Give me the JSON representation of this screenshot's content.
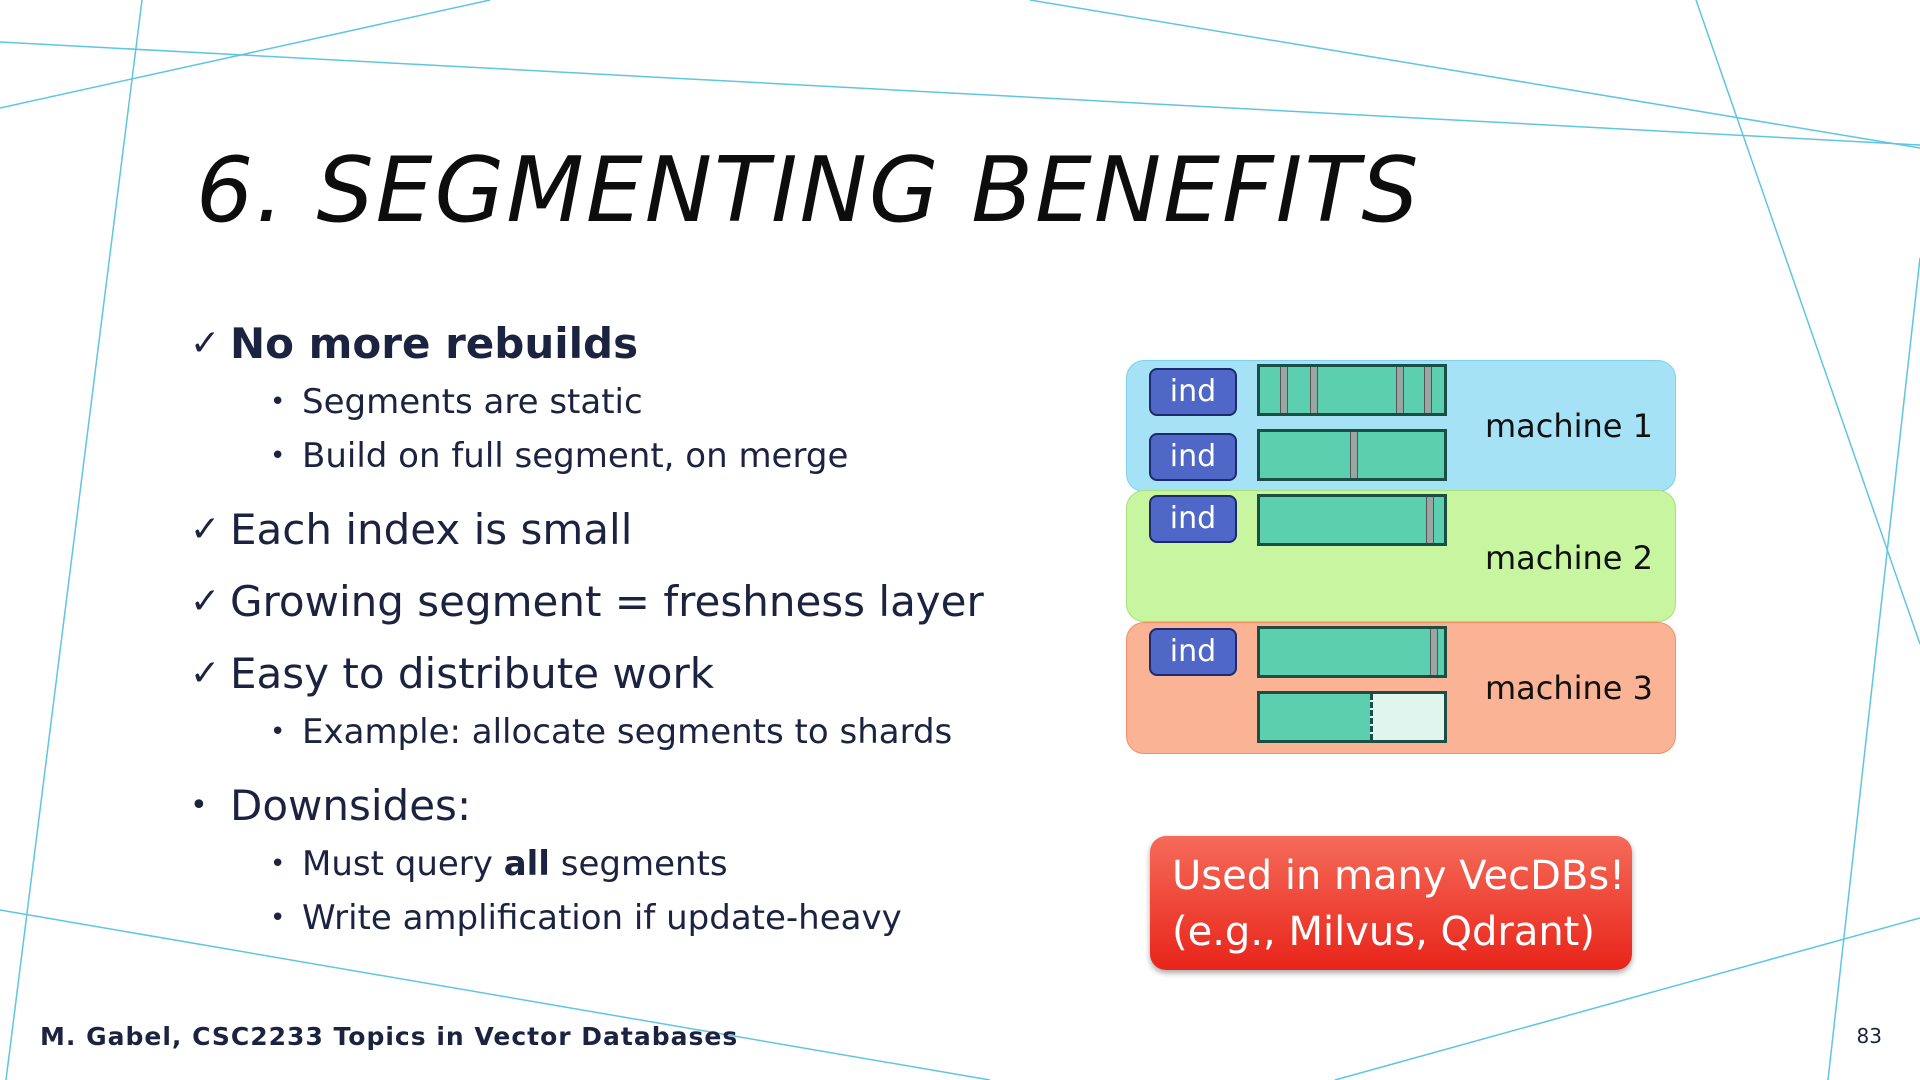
{
  "slide": {
    "title": "6. SEGMENTING BENEFITS",
    "accent_line_color": "#5fc6e0",
    "bullets": [
      {
        "marker": "✓",
        "text": "No more rebuilds",
        "bold": true,
        "subs": [
          "Segments are static",
          "Build on full segment, on merge"
        ]
      },
      {
        "marker": "✓",
        "text": "Each index is small"
      },
      {
        "marker": "✓",
        "text": "Growing segment = freshness layer"
      },
      {
        "marker": "✓",
        "text": "Easy to distribute work",
        "subs": [
          "Example: allocate segments to shards"
        ]
      },
      {
        "marker": "•",
        "text": "Downsides:"
      }
    ],
    "downsides": {
      "item1_before": "Must query ",
      "item1_bold": "all",
      "item1_after": " segments",
      "item2": "Write amplification if update-heavy"
    },
    "bullet_dot": "•",
    "diagram": {
      "index_label": "ind",
      "machines": [
        "machine 1",
        "machine 2",
        "machine 3"
      ],
      "colors": {
        "machine1": "#a6e2f5",
        "machine2": "#c7f5a0",
        "machine3": "#fbb396",
        "index": "#4f67c7",
        "segment": "#5ccfaf"
      }
    },
    "callout": {
      "line1": "Used in many VecDBs!",
      "line2": "(e.g., Milvus, Qdrant)",
      "color": "#e8241a"
    },
    "footer": "M. Gabel, CSC2233 Topics in Vector Databases",
    "page_number": "83"
  }
}
